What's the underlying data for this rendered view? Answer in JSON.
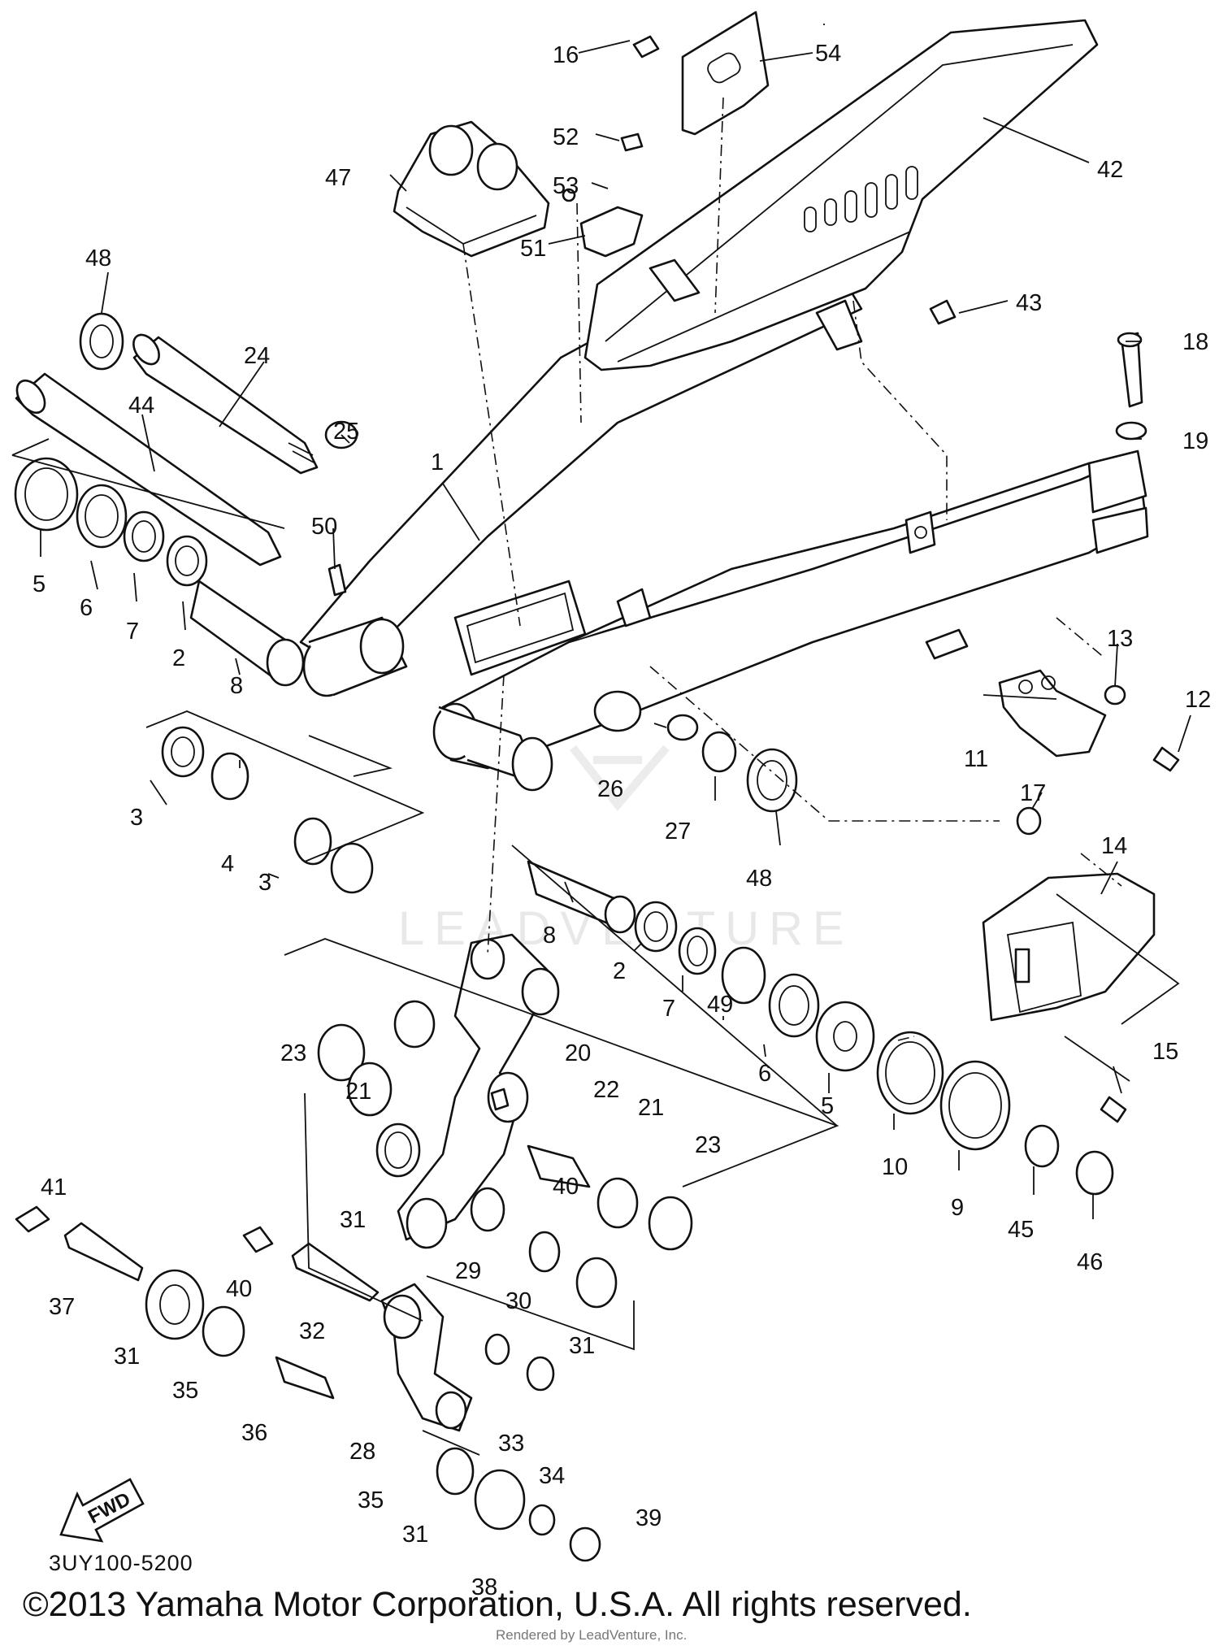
{
  "diagram": {
    "watermark": "LEADVENTURE",
    "fwd_label": "FWD",
    "diagram_code": "3UY100-5200",
    "copyright": "©2013 Yamaha Motor Corporation, U.S.A. All rights reserved.",
    "rendered_by": "Rendered by LeadVenture, Inc."
  },
  "callouts": {
    "c1": "1",
    "c2a": "2",
    "c2b": "2",
    "c3a": "3",
    "c3b": "3",
    "c4": "4",
    "c5a": "5",
    "c5b": "5",
    "c6a": "6",
    "c6b": "6",
    "c7a": "7",
    "c7b": "7",
    "c8a": "8",
    "c8b": "8",
    "c9": "9",
    "c10": "10",
    "c11": "11",
    "c12": "12",
    "c13": "13",
    "c14": "14",
    "c15": "15",
    "c16": "16",
    "c17": "17",
    "c18": "18",
    "c19": "19",
    "c20": "20",
    "c21a": "21",
    "c21b": "21",
    "c22": "22",
    "c23a": "23",
    "c23b": "23",
    "c24": "24",
    "c25": "25",
    "c26": "26",
    "c27": "27",
    "c28": "28",
    "c29": "29",
    "c30": "30",
    "c31a": "31",
    "c31b": "31",
    "c31c": "31",
    "c31d": "31",
    "c32": "32",
    "c33": "33",
    "c34": "34",
    "c35a": "35",
    "c35b": "35",
    "c36": "36",
    "c37": "37",
    "c38": "38",
    "c39": "39",
    "c40a": "40",
    "c40b": "40",
    "c41": "41",
    "c42": "42",
    "c43": "43",
    "c44": "44",
    "c45": "45",
    "c46": "46",
    "c47": "47",
    "c48a": "48",
    "c48b": "48",
    "c49": "49",
    "c50": "50",
    "c51": "51",
    "c52": "52",
    "c53": "53",
    "c54": "54"
  }
}
